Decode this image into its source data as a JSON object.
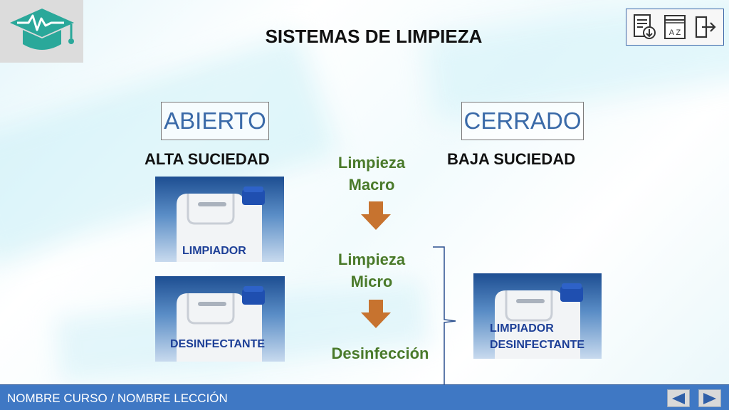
{
  "header": {
    "title": "SISTEMAS DE LIMPIEZA",
    "logo_icon": "graduation-cap-pulse-icon"
  },
  "toolbar": {
    "buttons": [
      {
        "icon": "document-download-icon"
      },
      {
        "icon": "glossary-az-icon"
      },
      {
        "icon": "exit-door-icon"
      }
    ]
  },
  "systems": {
    "open": {
      "label": "ABIERTO",
      "dirt": "ALTA SUCIEDAD"
    },
    "closed": {
      "label": "CERRADO",
      "dirt": "BAJA SUCIEDAD"
    }
  },
  "steps": {
    "macro_line1": "Limpieza",
    "macro_line2": "Macro",
    "micro_line1": "Limpieza",
    "micro_line2": "Micro",
    "disinfection": "Desinfección"
  },
  "products": {
    "cleaner": "LIMPIADOR",
    "disinfectant": "DESINFECTANTE",
    "combined_line1": "LIMPIADOR",
    "combined_line2": "DESINFECTANTE"
  },
  "footer": {
    "breadcrumb": "NOMBRE CURSO / NOMBRE LECCIÓN",
    "prev_icon": "triangle-left-icon",
    "next_icon": "triangle-right-icon"
  },
  "colors": {
    "accent_blue": "#3f78c4",
    "box_text_blue": "#3a6aa8",
    "step_green": "#4a7a2a",
    "arrow_orange": "#c7732f",
    "logo_teal": "#2aa89a",
    "product_label_blue": "#1d3f97"
  }
}
